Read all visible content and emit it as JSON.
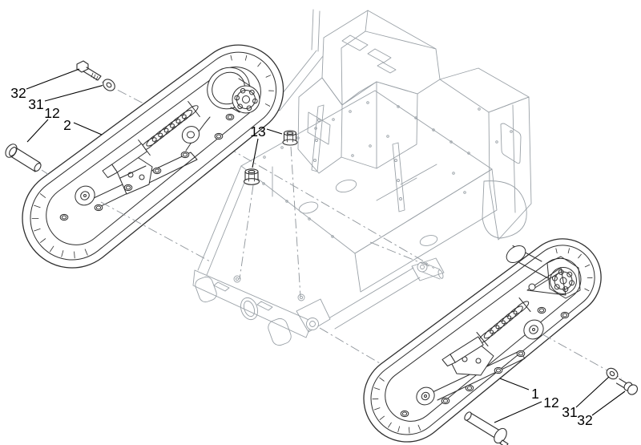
{
  "figure": {
    "type": "exploded-parts-diagram",
    "background": "#ffffff",
    "colors": {
      "assembly_lines": "#2f2f2f",
      "frame_lines": "#9aa1a7",
      "phantom_lines": "#8d9399",
      "callout_text": "#000000"
    },
    "components": [
      "chassis-frame",
      "track-assembly-left",
      "track-assembly-right",
      "hex-bolt",
      "flat-washer",
      "clevis-pin",
      "flange-nut"
    ],
    "callouts": [
      {
        "label": "32",
        "part": "bolt-upper-left"
      },
      {
        "label": "31",
        "part": "washer-upper-left"
      },
      {
        "label": "12",
        "part": "pin-left"
      },
      {
        "label": "2",
        "part": "track-assembly-left"
      },
      {
        "label": "13",
        "part": "flange-nuts-center"
      },
      {
        "label": "1",
        "part": "track-assembly-right"
      },
      {
        "label": "12",
        "part": "pin-lower-right"
      },
      {
        "label": "31",
        "part": "washer-lower-right"
      },
      {
        "label": "32",
        "part": "bolt-lower-right"
      }
    ]
  }
}
